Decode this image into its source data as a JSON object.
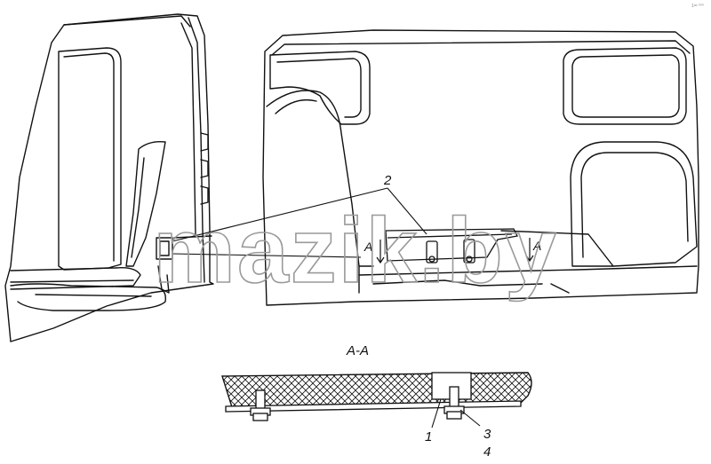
{
  "figure": {
    "section_title": "A-A",
    "callouts": {
      "one": "1",
      "two": "2",
      "three": "3",
      "four": "4"
    },
    "section_marks": {
      "left": "A",
      "right": "A"
    },
    "corner_mark": "1ᵃᵇ ⁰⁰⁰"
  },
  "watermark": {
    "text": "mazik.by"
  },
  "colors": {
    "line": "#111111",
    "watermark": "#9a9a9a",
    "background": "#ffffff"
  }
}
